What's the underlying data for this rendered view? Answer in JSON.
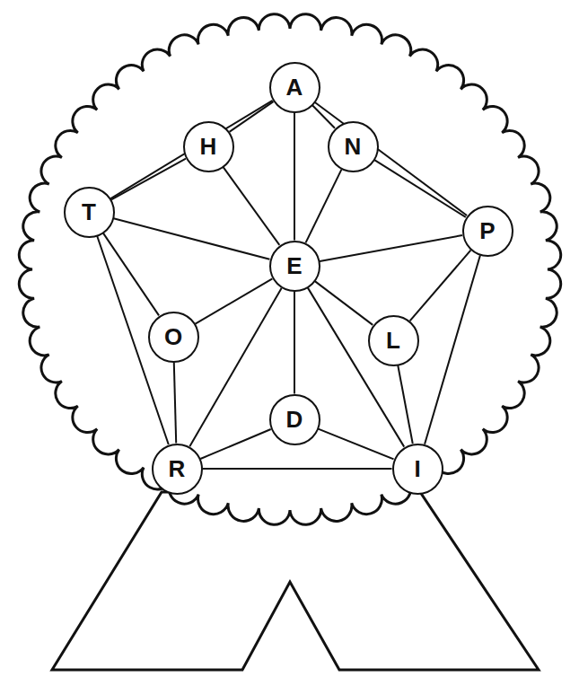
{
  "diagram": {
    "nodes": [
      {
        "text": [
          "A"
        ]
      },
      {
        "text": [
          "T"
        ]
      },
      {
        "text": [
          "H"
        ]
      },
      {
        "text": [
          "N"
        ]
      },
      {
        "text": [
          "P"
        ]
      },
      {
        "text": [
          "E"
        ]
      },
      {
        "text": [
          "O"
        ]
      },
      {
        "text": [
          "L"
        ]
      },
      {
        "text": [
          "R"
        ]
      },
      {
        "text": [
          "D"
        ]
      },
      {
        "text": [
          "I"
        ]
      }
    ],
    "edges": [
      {
        "from": 0,
        "to": 1,
        "arrow": "none"
      },
      {
        "from": 0,
        "to": 4,
        "arrow": "none"
      },
      {
        "from": 1,
        "to": 8,
        "arrow": "none"
      },
      {
        "from": 4,
        "to": 10,
        "arrow": "none"
      },
      {
        "from": 8,
        "to": 10,
        "arrow": "none"
      },
      {
        "from": 0,
        "to": 2,
        "arrow": "none"
      },
      {
        "from": 2,
        "to": 1,
        "arrow": "none"
      },
      {
        "from": 0,
        "to": 3,
        "arrow": "none"
      },
      {
        "from": 3,
        "to": 4,
        "arrow": "none"
      },
      {
        "from": 1,
        "to": 6,
        "arrow": "none"
      },
      {
        "from": 6,
        "to": 8,
        "arrow": "none"
      },
      {
        "from": 4,
        "to": 7,
        "arrow": "none"
      },
      {
        "from": 7,
        "to": 10,
        "arrow": "none"
      },
      {
        "from": 8,
        "to": 9,
        "arrow": "none"
      },
      {
        "from": 9,
        "to": 10,
        "arrow": "none"
      },
      {
        "from": 5,
        "to": 0,
        "arrow": "none"
      },
      {
        "from": 5,
        "to": 1,
        "arrow": "none"
      },
      {
        "from": 5,
        "to": 2,
        "arrow": "none"
      },
      {
        "from": 5,
        "to": 3,
        "arrow": "none"
      },
      {
        "from": 5,
        "to": 4,
        "arrow": "none"
      },
      {
        "from": 5,
        "to": 6,
        "arrow": "none"
      },
      {
        "from": 5,
        "to": 7,
        "arrow": "none"
      },
      {
        "from": 5,
        "to": 8,
        "arrow": "none"
      },
      {
        "from": 5,
        "to": 9,
        "arrow": "none"
      },
      {
        "from": 5,
        "to": 10,
        "arrow": "none"
      }
    ]
  }
}
